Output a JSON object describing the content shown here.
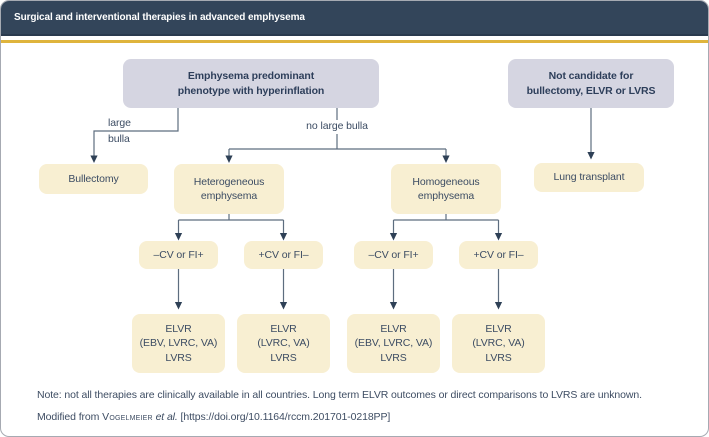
{
  "header": {
    "title": "Surgical and interventional therapies in advanced emphysema"
  },
  "colors": {
    "header_bg": "#33455a",
    "gold_divider": "#dfb43c",
    "root_box_fill": "#d5d5e1",
    "node_box_fill": "#f8efd2",
    "connector_line": "#5d6d7f",
    "arrowhead": "#2e4056",
    "text_navy": "#2d3e5a"
  },
  "flowchart": {
    "root_left": {
      "line1": "Emphysema predominant",
      "line2": "phenotype with hyperinflation"
    },
    "root_right": {
      "line1": "Not candidate for",
      "line2": "bullectomy, ELVR or LVRS"
    },
    "edge_labels": {
      "large_bulla_line1": "large",
      "large_bulla_line2": "bulla",
      "no_large_bulla": "no large bulla"
    },
    "nodes": {
      "bullectomy": "Bullectomy",
      "heterogeneous": {
        "line1": "Heterogeneous",
        "line2": "emphysema"
      },
      "homogeneous": {
        "line1": "Homogeneous",
        "line2": "emphysema"
      },
      "lung_transplant": "Lung transplant"
    },
    "cv": [
      "–CV or FI+",
      "+CV or FI–",
      "–CV or FI+",
      "+CV or FI–"
    ],
    "elvr": [
      {
        "line1": "ELVR",
        "line2": "(EBV, LVRC, VA)",
        "line3": "LVRS"
      },
      {
        "line1": "ELVR",
        "line2": "(LVRC, VA)",
        "line3": "LVRS"
      },
      {
        "line1": "ELVR",
        "line2": "(EBV, LVRC, VA)",
        "line3": "LVRS"
      },
      {
        "line1": "ELVR",
        "line2": "(LVRC, VA)",
        "line3": "LVRS"
      }
    ]
  },
  "footer": {
    "note": "Note: not all therapies are clinically available in all countries. Long term ELVR outcomes or direct comparisons to LVRS are unknown.",
    "modified_prefix": "Modified from ",
    "author": "Vogelmeier",
    "etal": " et al.",
    "reference": " [https://doi.org/10.1164/rccm.201701-0218PP]"
  }
}
